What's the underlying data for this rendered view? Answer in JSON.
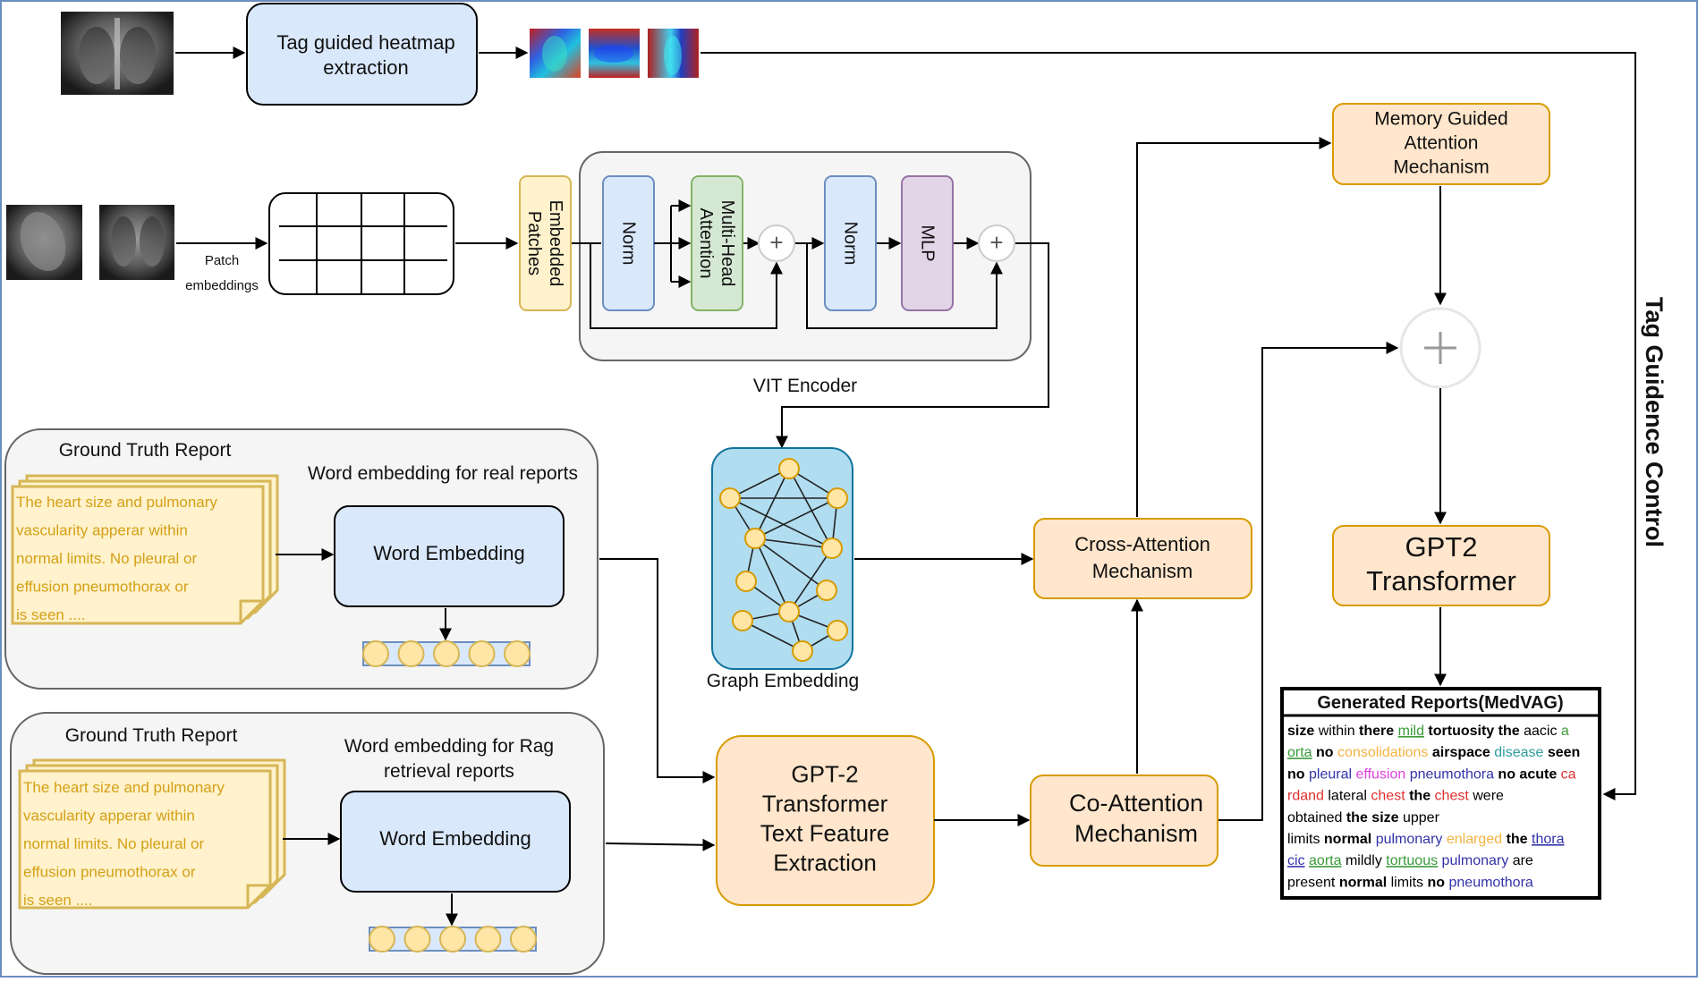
{
  "colors": {
    "frame": "#6c8ebf",
    "blue_fill": "#dae8fc",
    "blue_stroke": "#6c8ebf",
    "orange_fill": "#ffe6cc",
    "orange_stroke": "#d79b00",
    "yellow_fill": "#fff2cc",
    "yellow_stroke": "#d6b656",
    "green_fill": "#d5e8d4",
    "green_stroke": "#82b366",
    "purple_fill": "#e1d5e7",
    "purple_stroke": "#9673a6",
    "graph_fill": "#b1ddf0",
    "graph_stroke": "#10739e",
    "panel_fill": "#f5f5f5",
    "panel_stroke": "#666666"
  },
  "heatmap": {
    "label": "Tag guided heatmap extraction"
  },
  "patch": {
    "label_line1": "Patch",
    "label_line2": "embeddings"
  },
  "vit": {
    "embedded_patches": "Embedded Patches",
    "norm1": "Norm",
    "mha": "Multi-Head Attention",
    "norm2": "Norm",
    "mlp": "MLP",
    "encoder_label": "VIT Encoder"
  },
  "graph": {
    "label": "Graph Embedding"
  },
  "panel_real": {
    "title": "Ground Truth Report",
    "subtitle": "Word embedding for real reports",
    "doc_lines": [
      "The heart size and pulmonary",
      "vascularity apperar within",
      "normal limits. No pleural or",
      "effusion pneumothorax or",
      "is seen ...."
    ],
    "word_embedding": "Word Embedding"
  },
  "panel_rag": {
    "title": "Ground Truth Report",
    "subtitle_line1": "Word embedding for Rag",
    "subtitle_line2": "retrieval reports",
    "doc_lines": [
      "The heart size and pulmonary",
      "vascularity apperar within",
      "normal limits. No pleural or",
      "effusion pneumothorax or",
      "is seen ...."
    ],
    "word_embedding": "Word Embedding"
  },
  "gpt2_text": {
    "lines": [
      "GPT-2",
      "Transformer",
      "Text Feature",
      "Extraction"
    ]
  },
  "co_attention": {
    "lines": [
      "Co-Attention",
      "Mechanism"
    ]
  },
  "cross_attention": {
    "lines": [
      "Cross-Attention",
      "Mechanism"
    ]
  },
  "memory": {
    "lines": [
      "Memory Guided",
      "Attention",
      "Mechanism"
    ]
  },
  "gpt2_transformer": {
    "lines": [
      "GPT2",
      "Transformer"
    ]
  },
  "tag_guidance": "Tag Guidence Control",
  "generated": {
    "title": "Generated Reports(MedVAG)",
    "lines": [
      [
        {
          "t": "size ",
          "c": "#000000",
          "b": true
        },
        {
          "t": "within ",
          "c": "#000000"
        },
        {
          "t": "there ",
          "c": "#000000",
          "b": true
        },
        {
          "t": "mild",
          "c": "#3a9a3a",
          "u": true
        },
        {
          "t": " ",
          "c": "#000000"
        },
        {
          "t": "tortuosity ",
          "c": "#000000",
          "b": true
        },
        {
          "t": "the ",
          "c": "#000000",
          "b": true
        },
        {
          "t": "aacic ",
          "c": "#000000"
        },
        {
          "t": "a",
          "c": "#3a9a3a"
        }
      ],
      [
        {
          "t": "orta",
          "c": "#3a9a3a",
          "u": true
        },
        {
          "t": " ",
          "c": "#000000"
        },
        {
          "t": "no ",
          "c": "#000000",
          "b": true
        },
        {
          "t": "consolidations ",
          "c": "#f5b342"
        },
        {
          "t": "airspace ",
          "c": "#000000",
          "b": true
        },
        {
          "t": "disease ",
          "c": "#2e9c9c"
        },
        {
          "t": "seen",
          "c": "#000000",
          "b": true
        }
      ],
      [
        {
          "t": "no ",
          "c": "#000000",
          "b": true
        },
        {
          "t": "pleural ",
          "c": "#3333aa"
        },
        {
          "t": "effusion ",
          "c": "#e040e0"
        },
        {
          "t": "pneumothora ",
          "c": "#3333aa"
        },
        {
          "t": "no ",
          "c": "#000000",
          "b": true
        },
        {
          "t": "acute ",
          "c": "#000000",
          "b": true
        },
        {
          "t": "ca",
          "c": "#e03030"
        }
      ],
      [
        {
          "t": "rdand ",
          "c": "#e03030"
        },
        {
          "t": "lateral ",
          "c": "#000000"
        },
        {
          "t": "chest ",
          "c": "#e03030"
        },
        {
          "t": "the ",
          "c": "#000000",
          "b": true
        },
        {
          "t": "chest ",
          "c": "#e03030"
        },
        {
          "t": "were",
          "c": "#000000"
        }
      ],
      [
        {
          "t": "obtained ",
          "c": "#000000"
        },
        {
          "t": "the ",
          "c": "#000000",
          "b": true
        },
        {
          "t": "size ",
          "c": "#000000",
          "b": true
        },
        {
          "t": "upper",
          "c": "#000000"
        }
      ],
      [
        {
          "t": "limits ",
          "c": "#000000"
        },
        {
          "t": "normal ",
          "c": "#000000",
          "b": true
        },
        {
          "t": "pulmonary ",
          "c": "#3333aa"
        },
        {
          "t": "enlarged ",
          "c": "#f5b342"
        },
        {
          "t": "the ",
          "c": "#000000",
          "b": true
        },
        {
          "t": "thora",
          "c": "#3333aa",
          "u": true
        }
      ],
      [
        {
          "t": "cic",
          "c": "#3333aa",
          "u": true
        },
        {
          "t": " ",
          "c": "#000000"
        },
        {
          "t": "aorta",
          "c": "#3a9a3a",
          "u": true
        },
        {
          "t": " ",
          "c": "#000000"
        },
        {
          "t": "mildly ",
          "c": "#000000"
        },
        {
          "t": "tortuous",
          "c": "#3a9a3a",
          "u": true
        },
        {
          "t": " ",
          "c": "#000000"
        },
        {
          "t": "pulmonary ",
          "c": "#3333aa"
        },
        {
          "t": "are",
          "c": "#000000"
        }
      ],
      [
        {
          "t": "present ",
          "c": "#000000"
        },
        {
          "t": "normal ",
          "c": "#000000",
          "b": true
        },
        {
          "t": "limits ",
          "c": "#000000"
        },
        {
          "t": "no ",
          "c": "#000000",
          "b": true
        },
        {
          "t": "pneumothora",
          "c": "#3333aa"
        }
      ]
    ]
  }
}
